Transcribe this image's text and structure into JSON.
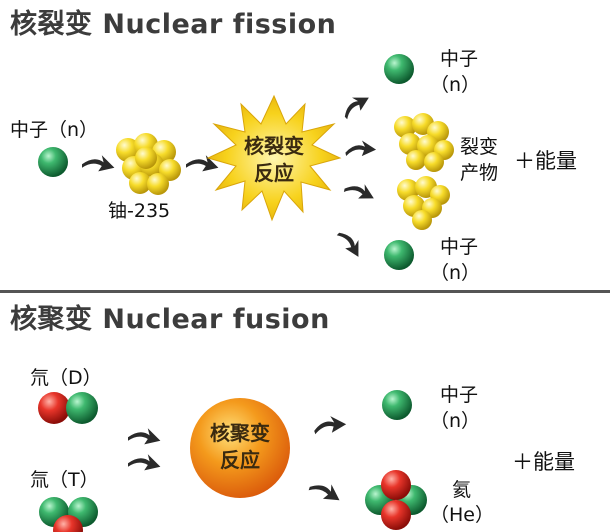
{
  "fission": {
    "title": "核裂变 Nuclear fission",
    "neutron_in": "中子（n）",
    "uranium": "铀-235",
    "center_line1": "核裂变",
    "center_line2": "反应",
    "out_neutron_top_1": "中子",
    "out_neutron_top_2": "（n）",
    "products_1": "裂变",
    "products_2": "产物",
    "energy": "＋能量",
    "out_neutron_bottom_1": "中子",
    "out_neutron_bottom_2": "（n）"
  },
  "fusion": {
    "title": "核聚变 Nuclear fusion",
    "deuterium": "氘（D）",
    "tritium": "氚（T）",
    "center_line1": "核聚变",
    "center_line2": "反应",
    "out_neutron_1": "中子",
    "out_neutron_2": "（n）",
    "energy": "＋能量",
    "helium_1": "氦",
    "helium_2": "（He）"
  },
  "colors": {
    "neutron": "#1f8a4c",
    "proton": "#d7261e",
    "uranium": "#f2d21a",
    "starburst": "#f5d31b",
    "fusion_ball": "#f07a12",
    "arrow": "#2a2a2a"
  }
}
